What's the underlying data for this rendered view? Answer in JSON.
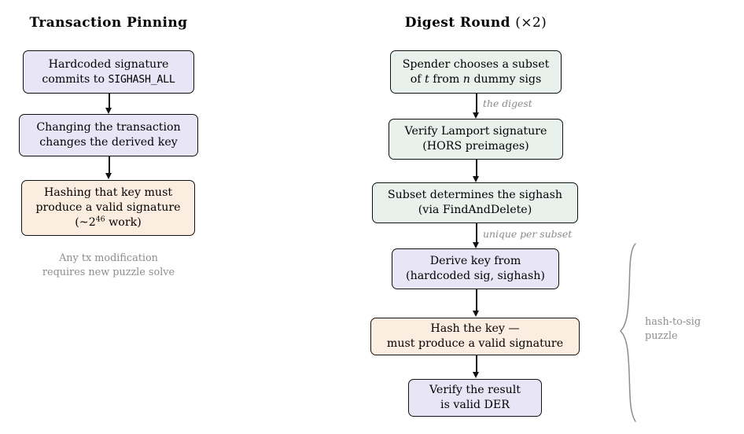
{
  "figure": {
    "columns": [
      {
        "id": "transaction-pinning",
        "title": "Transaction Pinning",
        "nodes": [
          {
            "id": "hardcoded-signature",
            "lines": [
              "Hardcoded signature",
              "commits to SIGHASH_ALL"
            ],
            "mono_token": "SIGHASH_ALL",
            "fill": "#E8E6F6"
          },
          {
            "id": "changing-transaction",
            "lines": [
              "Changing the transaction",
              "changes the derived key"
            ],
            "fill": "#E8E6F6"
          },
          {
            "id": "hashing-that-key",
            "lines": [
              "Hashing that key must",
              "produce a valid signature",
              "(~2^46 work)"
            ],
            "exponent_base": "2",
            "exponent": "46",
            "fill": "#FBEDE0"
          }
        ],
        "caption": [
          "Any tx modification",
          "requires new puzzle solve"
        ]
      },
      {
        "id": "digest-round",
        "title": "Digest Round (×2)",
        "title_main": "Digest Round",
        "title_suffix": "(×2)",
        "nodes": [
          {
            "id": "spender-chooses-subset",
            "lines": [
              "Spender chooses a subset",
              "of t from n dummy sigs"
            ],
            "italic_tokens": [
              "t",
              "n"
            ],
            "fill": "#E9F1ED"
          },
          {
            "id": "verify-lamport-signature",
            "lines": [
              "Verify Lamport signature",
              "(HORS preimages)"
            ],
            "fill": "#E9F1ED"
          },
          {
            "id": "subset-determines-sighash",
            "lines": [
              "Subset determines the sighash",
              "(via FindAndDelete)"
            ],
            "fill": "#E9F1ED"
          },
          {
            "id": "derive-key-from",
            "lines": [
              "Derive key from",
              "(hardcoded sig, sighash)"
            ],
            "fill": "#E8E6F6"
          },
          {
            "id": "hash-the-key",
            "lines": [
              "Hash the key —",
              "must produce a valid signature"
            ],
            "fill": "#FBEDE0"
          },
          {
            "id": "verify-result-der",
            "lines": [
              "Verify the result",
              "is valid DER"
            ],
            "fill": "#E8E6F6"
          }
        ],
        "edge_labels": [
          {
            "id": "the-digest",
            "text": "the digest"
          },
          {
            "id": "unique-per-subset",
            "text": "unique per subset"
          }
        ],
        "brace_label": [
          "hash-to-sig",
          "puzzle"
        ]
      }
    ],
    "colors": {
      "lavender": "#E8E6F6",
      "peach": "#FBEDE0",
      "mint": "#E9F1ED",
      "stroke": "#111111",
      "muted_text": "#8d8d8d",
      "brace": "#8d8d8d"
    }
  }
}
